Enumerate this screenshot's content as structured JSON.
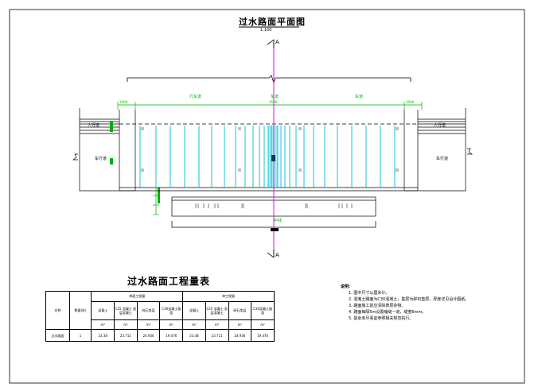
{
  "drawing": {
    "title": "过水路面平面图",
    "scale": "1:100",
    "section_mark_top": "A",
    "section_mark_bottom": "A",
    "lane_labels": [
      "行车道",
      "车道",
      "车道"
    ],
    "centerline_bottom": "中线",
    "left_labels": [
      "人行道",
      "车行道"
    ],
    "right_labels": [
      "人行道",
      "车行道"
    ],
    "accent_color": "#ff00ff",
    "dim_color": "#00b000",
    "line_color": "#00bcd4"
  },
  "table": {
    "title": "过水路面工程量表",
    "group1": "单面工程量",
    "group2": "单工程量",
    "col_name": "名称",
    "col_count": "数量(处)",
    "cols": [
      "混凝土",
      "C25 混凝土 面层混凝土",
      "碎石垫层",
      "C30混凝土路面"
    ],
    "units": [
      "m³",
      "m³",
      "m²",
      "m²"
    ],
    "row": {
      "name": "过水路面",
      "count": "1",
      "values1": [
        "23.38",
        "23.711",
        "24.936",
        "19.476"
      ],
      "values2": [
        "23.38",
        "23.711",
        "24.936",
        "19.476"
      ]
    }
  },
  "notes": {
    "heading": "说明:",
    "items": [
      "1. 图中尺寸以厘米计。",
      "2. 混凝土路面为C30混凝土，基层为碎石垫层，厚度详见设计图纸。",
      "3. 路面施工前应清除表层杂物。",
      "4. 路面每隔5m设置缩缝一道，缝宽6mm。",
      "5. 其余未尽事宜参照相关规范执行。"
    ]
  }
}
